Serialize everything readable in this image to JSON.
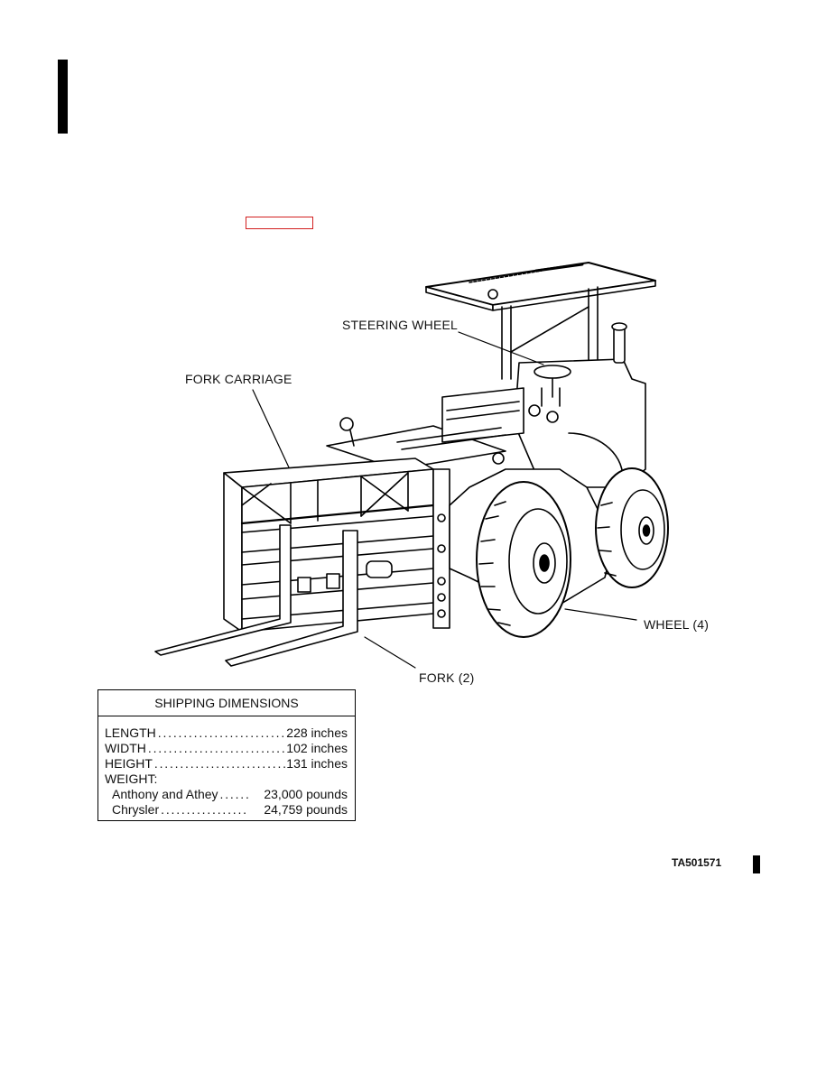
{
  "callouts": {
    "steering_wheel": "STEERING WHEEL",
    "fork_carriage": "FORK CARRIAGE",
    "wheel": "WHEEL (4)",
    "fork": "FORK (2)"
  },
  "shipping_dimensions": {
    "title": "SHIPPING DIMENSIONS",
    "rows": [
      {
        "label": "LENGTH",
        "value": "228 inches"
      },
      {
        "label": "WIDTH",
        "value": "102 inches"
      },
      {
        "label": "HEIGHT",
        "value": "131 inches"
      },
      {
        "label": "WEIGHT:",
        "value": ""
      },
      {
        "label": "Anthony and Athey",
        "value": "23,000 pounds"
      },
      {
        "label": "Chrysler",
        "value": "24,759 pounds"
      }
    ]
  },
  "figure_id": "TA501571"
}
